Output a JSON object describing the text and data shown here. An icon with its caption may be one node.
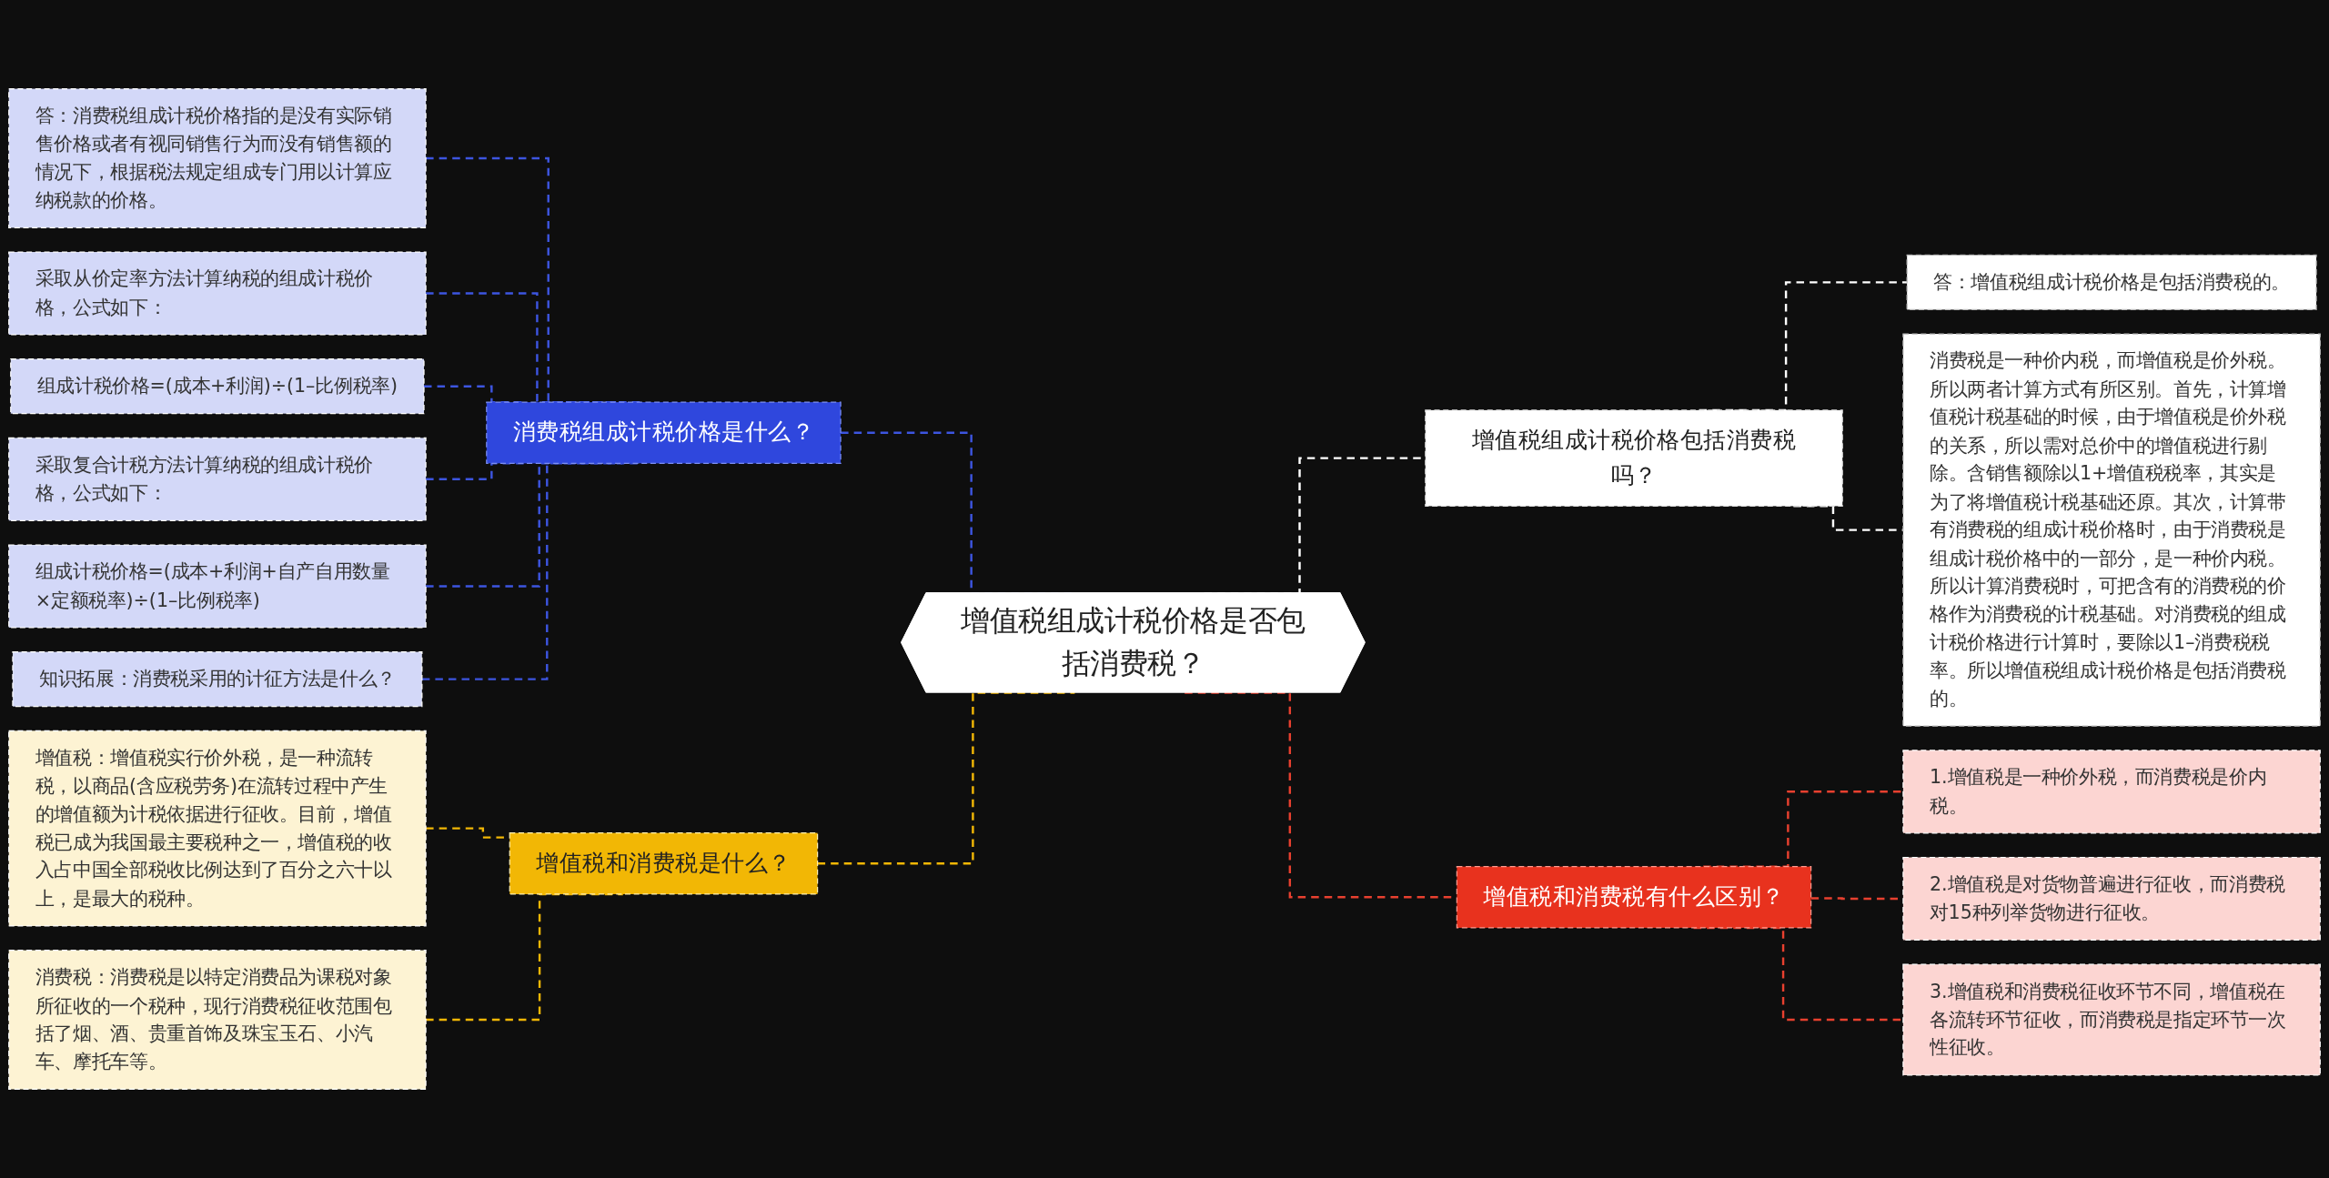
{
  "diagram": {
    "nodes": [
      {
        "text": [
          "增值税组成计税价格是否包括消费税？"
        ]
      },
      {
        "text": [
          "消费税组成计税价格是什么？"
        ]
      },
      {
        "text": [
          "答：消费税组成计税价格指的是没有实际销售价格或者有视同销售行为而没有销售额的情况下，根据税法规定组成专门用以计算应纳税款的价格。"
        ]
      },
      {
        "text": [
          "采取从价定率方法计算纳税的组成计税价格，公式如下："
        ]
      },
      {
        "text": [
          "组成计税价格=(成本+利润)÷(1–比例税率)"
        ]
      },
      {
        "text": [
          "采取复合计税方法计算纳税的组成计税价格，公式如下："
        ]
      },
      {
        "text": [
          "组成计税价格=(成本+利润+自产自用数量×定额税率)÷(1–比例税率)"
        ]
      },
      {
        "text": [
          "知识拓展：消费税采用的计征方法是什么？"
        ]
      },
      {
        "text": [
          "增值税和消费税是什么？"
        ]
      },
      {
        "text": [
          "增值税：增值税实行价外税，是一种流转税，以商品(含应税劳务)在流转过程中产生的增值额为计税依据进行征收。目前，增值税已成为我国最主要税种之一，增值税的收入占中国全部税收比例达到了百分之六十以上，是最大的税种。"
        ]
      },
      {
        "text": [
          "消费税：消费税是以特定消费品为课税对象所征收的一个税种，现行消费税征收范围包括了烟、酒、贵重首饰及珠宝玉石、小汽车、摩托车等。"
        ]
      },
      {
        "text": [
          "增值税组成计税价格包括消费税吗？"
        ]
      },
      {
        "text": [
          "答：增值税组成计税价格是包括消费税的。"
        ]
      },
      {
        "text": [
          "消费税是一种价内税，而增值税是价外税。所以两者计算方式有所区别。首先，计算增值税计税基础的时候，由于增值税是价外税的关系，所以需对总价中的增值税进行剔除。含销售额除以1+增值税税率，其实是为了将增值税计税基础还原。其次，计算带有消费税的组成计税价格时，由于消费税是组成计税价格中的一部分，是一种价内税。所以计算消费税时，可把含有的消费税的价格作为消费税的计税基础。对消费税的组成计税价格进行计算时，要除以1–消费税税率。所以增值税组成计税价格是包括消费税的。"
        ]
      },
      {
        "text": [
          "增值税和消费税有什么区别？"
        ]
      },
      {
        "text": [
          "1.增值税是一种价外税，而消费税是价内税。"
        ]
      },
      {
        "text": [
          "2.增值税是对货物普遍进行征收，而消费税对15种列举货物进行征收。"
        ]
      },
      {
        "text": [
          "3.增值税和消费税征收环节不同，增值税在各流转环节征收，而消费税是指定环节一次性征收。"
        ]
      }
    ],
    "edges": [
      {
        "from": 0,
        "to": 1,
        "arrow": "none",
        "style": "dashed",
        "color": "#3d55e0"
      },
      {
        "from": 1,
        "to": 2,
        "arrow": "none",
        "style": "dashed",
        "color": "#3d55e0"
      },
      {
        "from": 1,
        "to": 3,
        "arrow": "none",
        "style": "dashed",
        "color": "#3d55e0"
      },
      {
        "from": 1,
        "to": 4,
        "arrow": "none",
        "style": "dashed",
        "color": "#3d55e0"
      },
      {
        "from": 1,
        "to": 5,
        "arrow": "none",
        "style": "dashed",
        "color": "#3d55e0"
      },
      {
        "from": 1,
        "to": 6,
        "arrow": "none",
        "style": "dashed",
        "color": "#3d55e0"
      },
      {
        "from": 1,
        "to": 7,
        "arrow": "none",
        "style": "dashed",
        "color": "#3d55e0"
      },
      {
        "from": 0,
        "to": 8,
        "arrow": "none",
        "style": "dashed",
        "color": "#f2b705"
      },
      {
        "from": 8,
        "to": 9,
        "arrow": "none",
        "style": "dashed",
        "color": "#f2b705"
      },
      {
        "from": 8,
        "to": 10,
        "arrow": "none",
        "style": "dashed",
        "color": "#f2b705"
      },
      {
        "from": 0,
        "to": 11,
        "arrow": "none",
        "style": "dashed",
        "color": "#ffffff"
      },
      {
        "from": 11,
        "to": 12,
        "arrow": "none",
        "style": "dashed",
        "color": "#ffffff"
      },
      {
        "from": 11,
        "to": 13,
        "arrow": "none",
        "style": "dashed",
        "color": "#ffffff"
      },
      {
        "from": 0,
        "to": 14,
        "arrow": "none",
        "style": "dashed",
        "color": "#e8402f"
      },
      {
        "from": 14,
        "to": 15,
        "arrow": "none",
        "style": "dashed",
        "color": "#e8402f"
      },
      {
        "from": 14,
        "to": 16,
        "arrow": "none",
        "style": "dashed",
        "color": "#e8402f"
      },
      {
        "from": 14,
        "to": 17,
        "arrow": "none",
        "style": "dashed",
        "color": "#e8402f"
      }
    ]
  }
}
